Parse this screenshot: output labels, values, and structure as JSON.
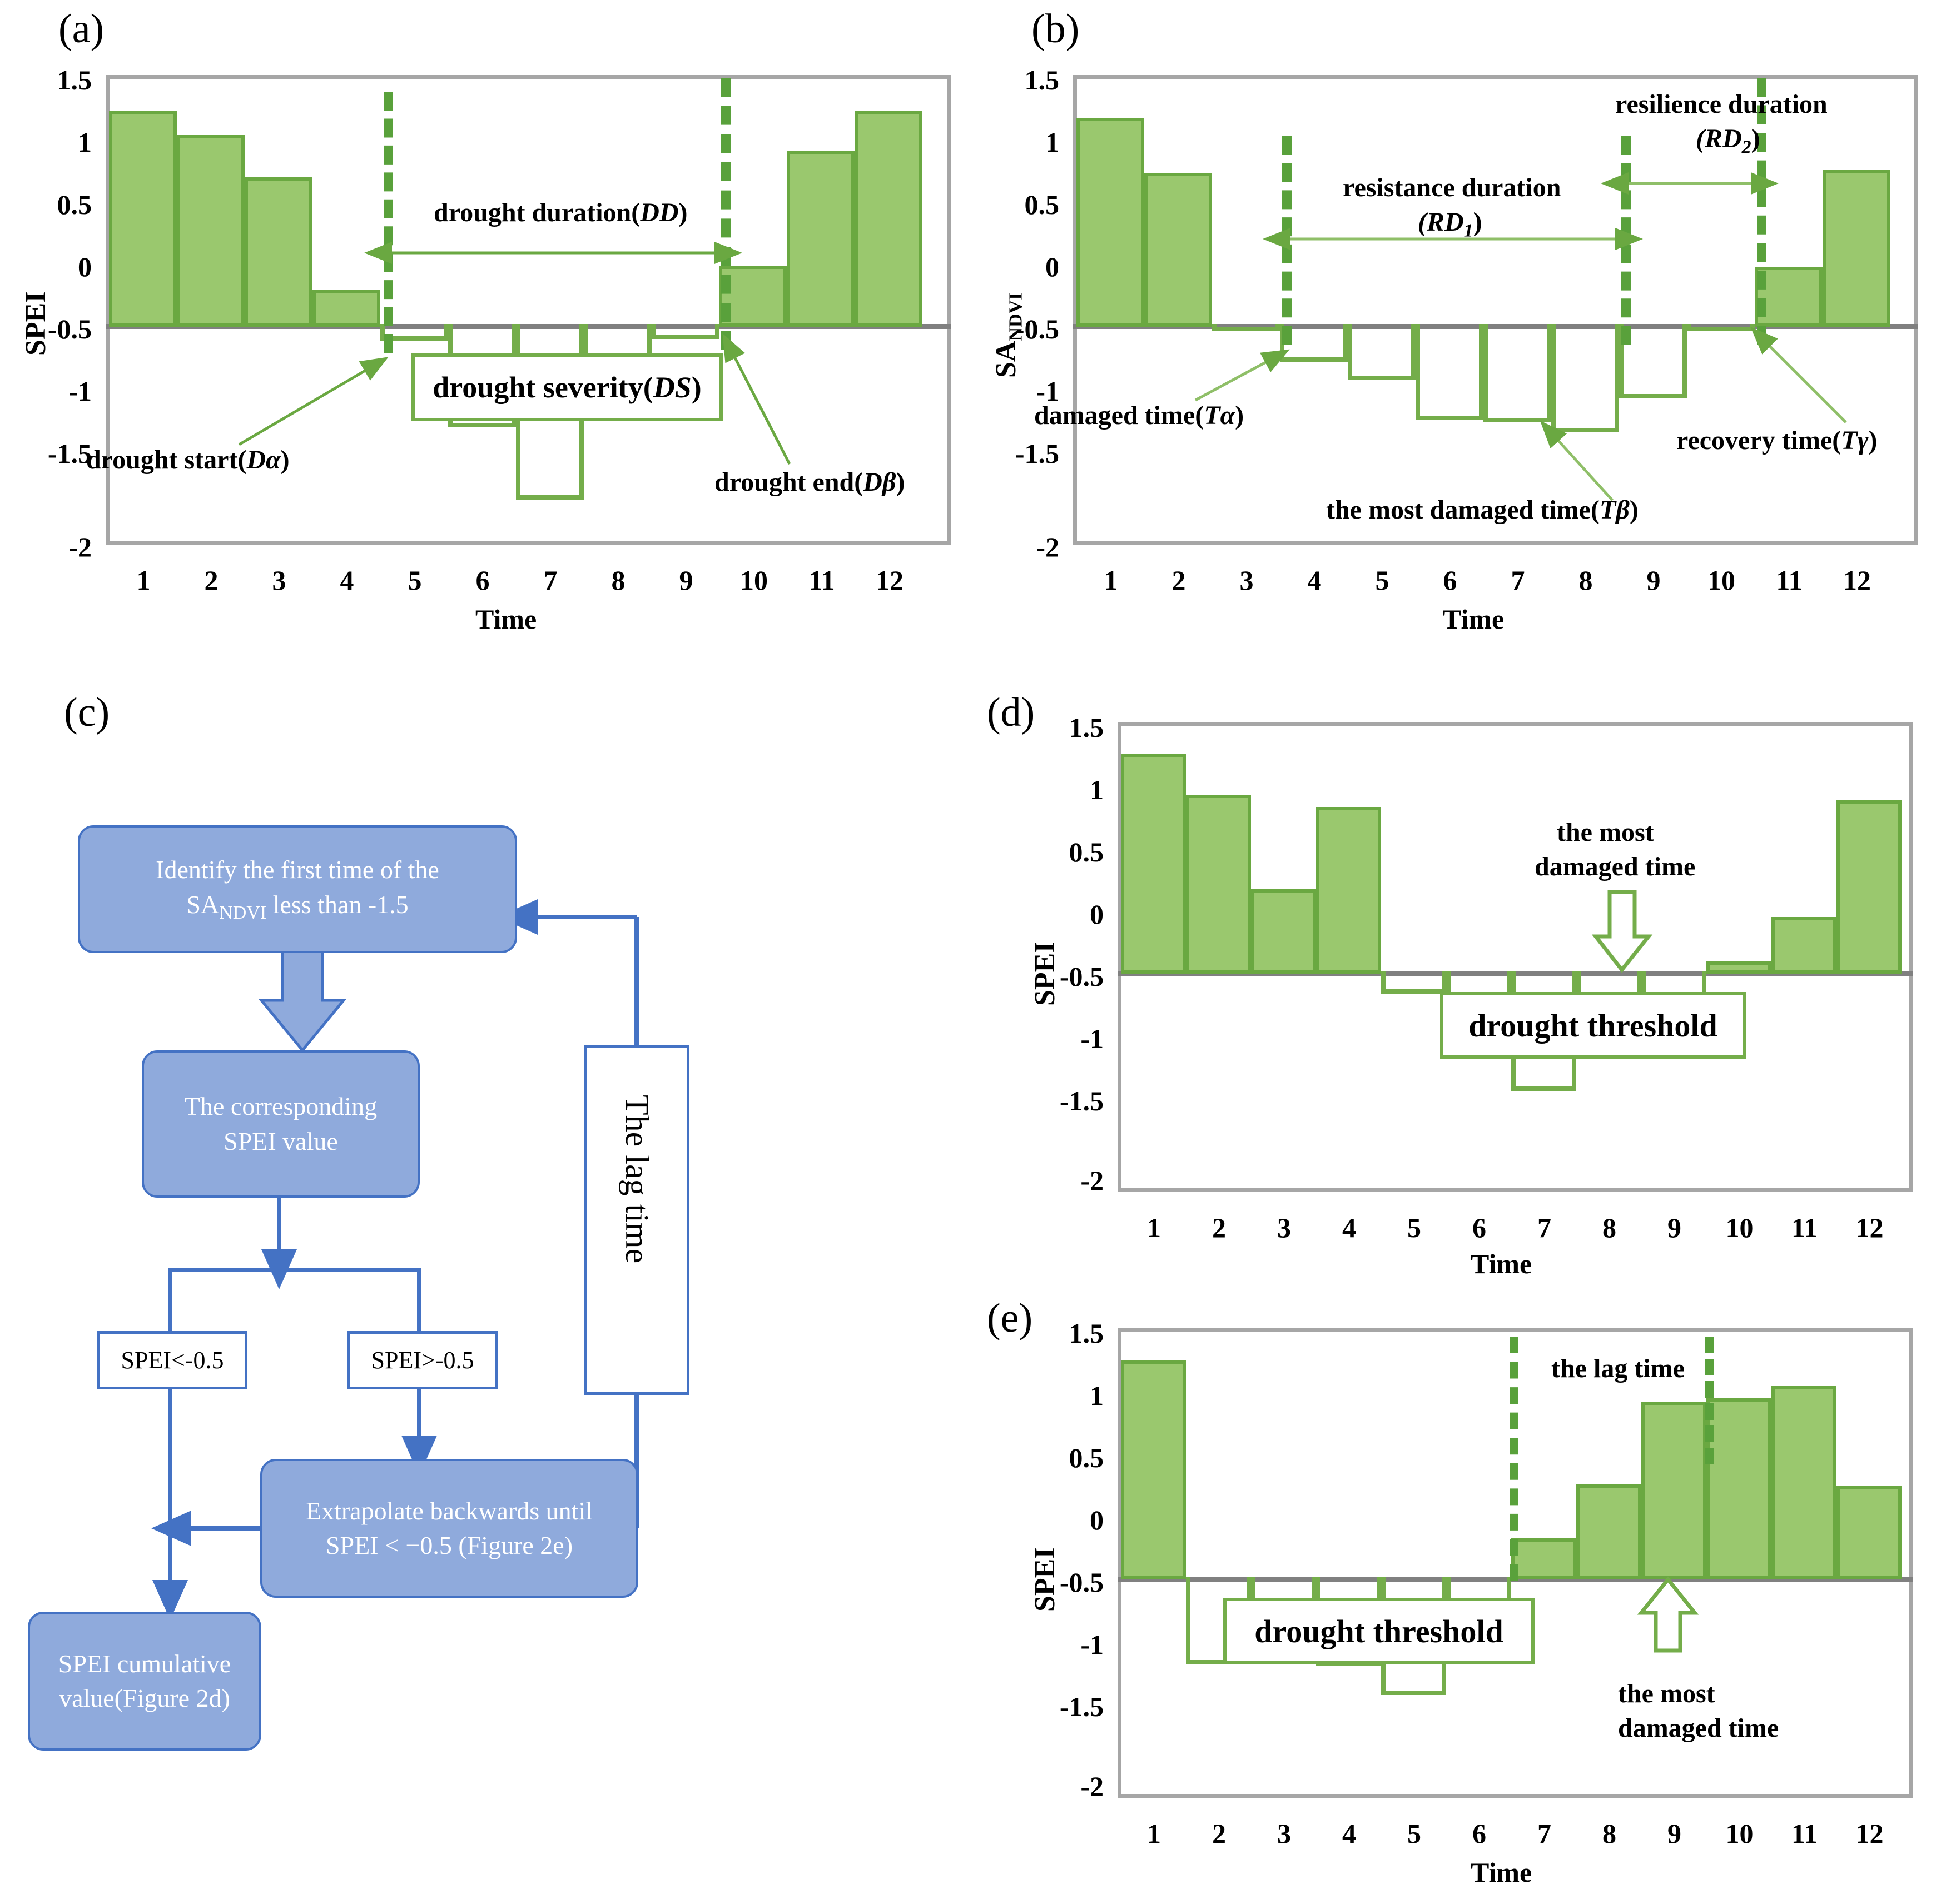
{
  "figure": {
    "panels": [
      "(a)",
      "(b)",
      "(c)",
      "(d)",
      "(e)"
    ]
  },
  "panel_a": {
    "label": "(a)",
    "ylabel": "SPEI",
    "xlabel": "Time",
    "yticks": [
      "1.5",
      "1",
      "0.5",
      "0",
      "-0.5",
      "-1",
      "-1.5",
      "-2"
    ],
    "xticks": [
      "1",
      "2",
      "3",
      "4",
      "5",
      "6",
      "7",
      "8",
      "9",
      "10",
      "11",
      "12"
    ],
    "annotations": {
      "duration": "drought duration(",
      "duration_i": "DD",
      "duration_end": ")",
      "severity": "drought severity(",
      "severity_i": "DS",
      "severity_end": ")",
      "start": "drought start(",
      "start_i": "Dα",
      "start_end": ")",
      "end": "drought end(",
      "end_i": "Dβ",
      "end_end": ")"
    },
    "chart_data": {
      "type": "bar",
      "title": "(a) drought identification from SPEI",
      "xlabel": "Time",
      "ylabel": "SPEI",
      "ylim": [
        -2,
        1.5
      ],
      "threshold": -0.5,
      "categories": [
        "1",
        "2",
        "3",
        "4",
        "5",
        "6",
        "7",
        "8",
        "9",
        "10",
        "11",
        "12"
      ],
      "values": [
        1.27,
        1.02,
        0.68,
        -0.23,
        -0.63,
        -1.33,
        -1.91,
        -1.25,
        -0.62,
        0.24,
        0.88,
        1.27
      ],
      "drought_start": 4.5,
      "drought_end": 9.5,
      "grid": false,
      "legend": "none"
    }
  },
  "panel_b": {
    "label": "(b)",
    "ylabel_main": "SA",
    "ylabel_sub": "NDVI",
    "xlabel": "Time",
    "yticks": [
      "1.5",
      "1",
      "0.5",
      "0",
      "-0.5",
      "-1",
      "-1.5",
      "-2"
    ],
    "xticks": [
      "1",
      "2",
      "3",
      "4",
      "5",
      "6",
      "7",
      "8",
      "9",
      "10",
      "11",
      "12"
    ],
    "annotations": {
      "resistance": "resistance duration",
      "resistance_sym": "(RD",
      "resistance_sub": "1",
      "resistance_end": ")",
      "resilience": "resilience duration",
      "resilience_sym": "(RD",
      "resilience_sub": "2",
      "resilience_end": ")",
      "damaged": "damaged time(",
      "damaged_i": "Tα",
      "damaged_end": ")",
      "most_damaged": "the most damaged time(",
      "most_damaged_i": "Tβ",
      "most_damaged_end": ")",
      "recovery": "recovery time(",
      "recovery_i": "Tγ",
      "recovery_end": ")"
    },
    "chart_data": {
      "type": "bar",
      "title": "(b) vegetation damage and recovery from SA_NDVI",
      "xlabel": "Time",
      "ylabel": "SA_NDVI",
      "ylim": [
        -2,
        1.5
      ],
      "threshold": -0.5,
      "categories": [
        "1",
        "2",
        "3",
        "4",
        "5",
        "6",
        "7",
        "8",
        "9",
        "10",
        "11",
        "12"
      ],
      "values": [
        1.21,
        0.77,
        -0.46,
        -0.78,
        -0.93,
        -1.25,
        -1.27,
        -1.35,
        -1.08,
        -0.53,
        0.23,
        0.79
      ],
      "damaged_time": 3.5,
      "most_damaged_time": 8.0,
      "recovery_time": 10.5,
      "resistance_duration": [
        3.5,
        8.5
      ],
      "resilience_duration": [
        8.5,
        10.5
      ],
      "grid": false,
      "legend": "none"
    }
  },
  "panel_c": {
    "label": "(c)",
    "nodes": {
      "n1_line1": "Identify the first time of the",
      "n1_line2a": "SA",
      "n1_line2b": "NDVI",
      "n1_line2c": " less than -1.5",
      "n2_line1": "The corresponding",
      "n2_line2": "SPEI value",
      "n3": "SPEI<-0.5",
      "n4": "SPEI>-0.5",
      "n5_line1": "Extrapolate backwards until",
      "n5_line2": "SPEI < −0.5 (Figure 2e)",
      "n6_line1": "SPEI cumulative",
      "n6_line2": "value(Figure  2d)",
      "loop_label": "The lag time"
    },
    "colors": {
      "box_fill": "#8faadc",
      "box_border": "#4472c4",
      "line": "#4472c4"
    }
  },
  "panel_d": {
    "label": "(d)",
    "ylabel": "SPEI",
    "xlabel": "Time",
    "yticks": [
      "1.5",
      "1",
      "0.5",
      "0",
      "-0.5",
      "-1",
      "-1.5",
      "-2"
    ],
    "xticks": [
      "1",
      "2",
      "3",
      "4",
      "5",
      "6",
      "7",
      "8",
      "9",
      "10",
      "11",
      "12"
    ],
    "annotations": {
      "most_damaged_l1": "the most",
      "most_damaged_l2": "damaged time",
      "threshold": "drought threshold"
    },
    "chart_data": {
      "type": "bar",
      "title": "(d) SPEI cumulative value",
      "xlabel": "Time",
      "ylabel": "SPEI",
      "ylim": [
        -2,
        1.5
      ],
      "threshold": -0.5,
      "categories": [
        "1",
        "2",
        "3",
        "4",
        "5",
        "6",
        "7",
        "8",
        "9",
        "10",
        "11",
        "12"
      ],
      "values": [
        1.34,
        1.01,
        0.25,
        0.91,
        -0.68,
        -1.19,
        -1.46,
        -1.0,
        -0.72,
        -0.42,
        -0.06,
        0.79
      ],
      "most_damaged_time": 9,
      "grid": false,
      "legend": "none"
    }
  },
  "panel_e": {
    "label": "(e)",
    "ylabel": "SPEI",
    "xlabel": "Time",
    "yticks": [
      "1.5",
      "1",
      "0.5",
      "0",
      "-0.5",
      "-1",
      "-1.5",
      "-2"
    ],
    "xticks": [
      "1",
      "2",
      "3",
      "4",
      "5",
      "6",
      "7",
      "8",
      "9",
      "10",
      "11",
      "12"
    ],
    "annotations": {
      "lag_time": "the lag time",
      "threshold": "drought threshold",
      "most_damaged_l1": "the most",
      "most_damaged_l2": "damaged time"
    },
    "chart_data": {
      "type": "bar",
      "title": "(e) Extrapolate backwards until SPEI < -0.5",
      "xlabel": "Time",
      "ylabel": "SPEI",
      "ylim": [
        -2,
        1.5
      ],
      "threshold": -0.5,
      "categories": [
        "1",
        "2",
        "3",
        "4",
        "5",
        "6",
        "7",
        "8",
        "9",
        "10",
        "11",
        "12"
      ],
      "values": [
        1.33,
        -1.2,
        -1.01,
        -1.22,
        -1.45,
        -1.01,
        -0.19,
        0.24,
        0.9,
        0.93,
        1.03,
        0.23
      ],
      "lag_time_range": [
        6.5,
        9.5
      ],
      "most_damaged_time": 9,
      "grid": false,
      "legend": "none"
    }
  },
  "colors": {
    "bar_fill": "#9ac86e",
    "bar_border": "#6aa841",
    "axis": "#a6a6a6",
    "zero_line": "#808080",
    "flow_fill": "#8faadc",
    "flow_border": "#4472c4",
    "green_accent": "#74ad4a"
  }
}
